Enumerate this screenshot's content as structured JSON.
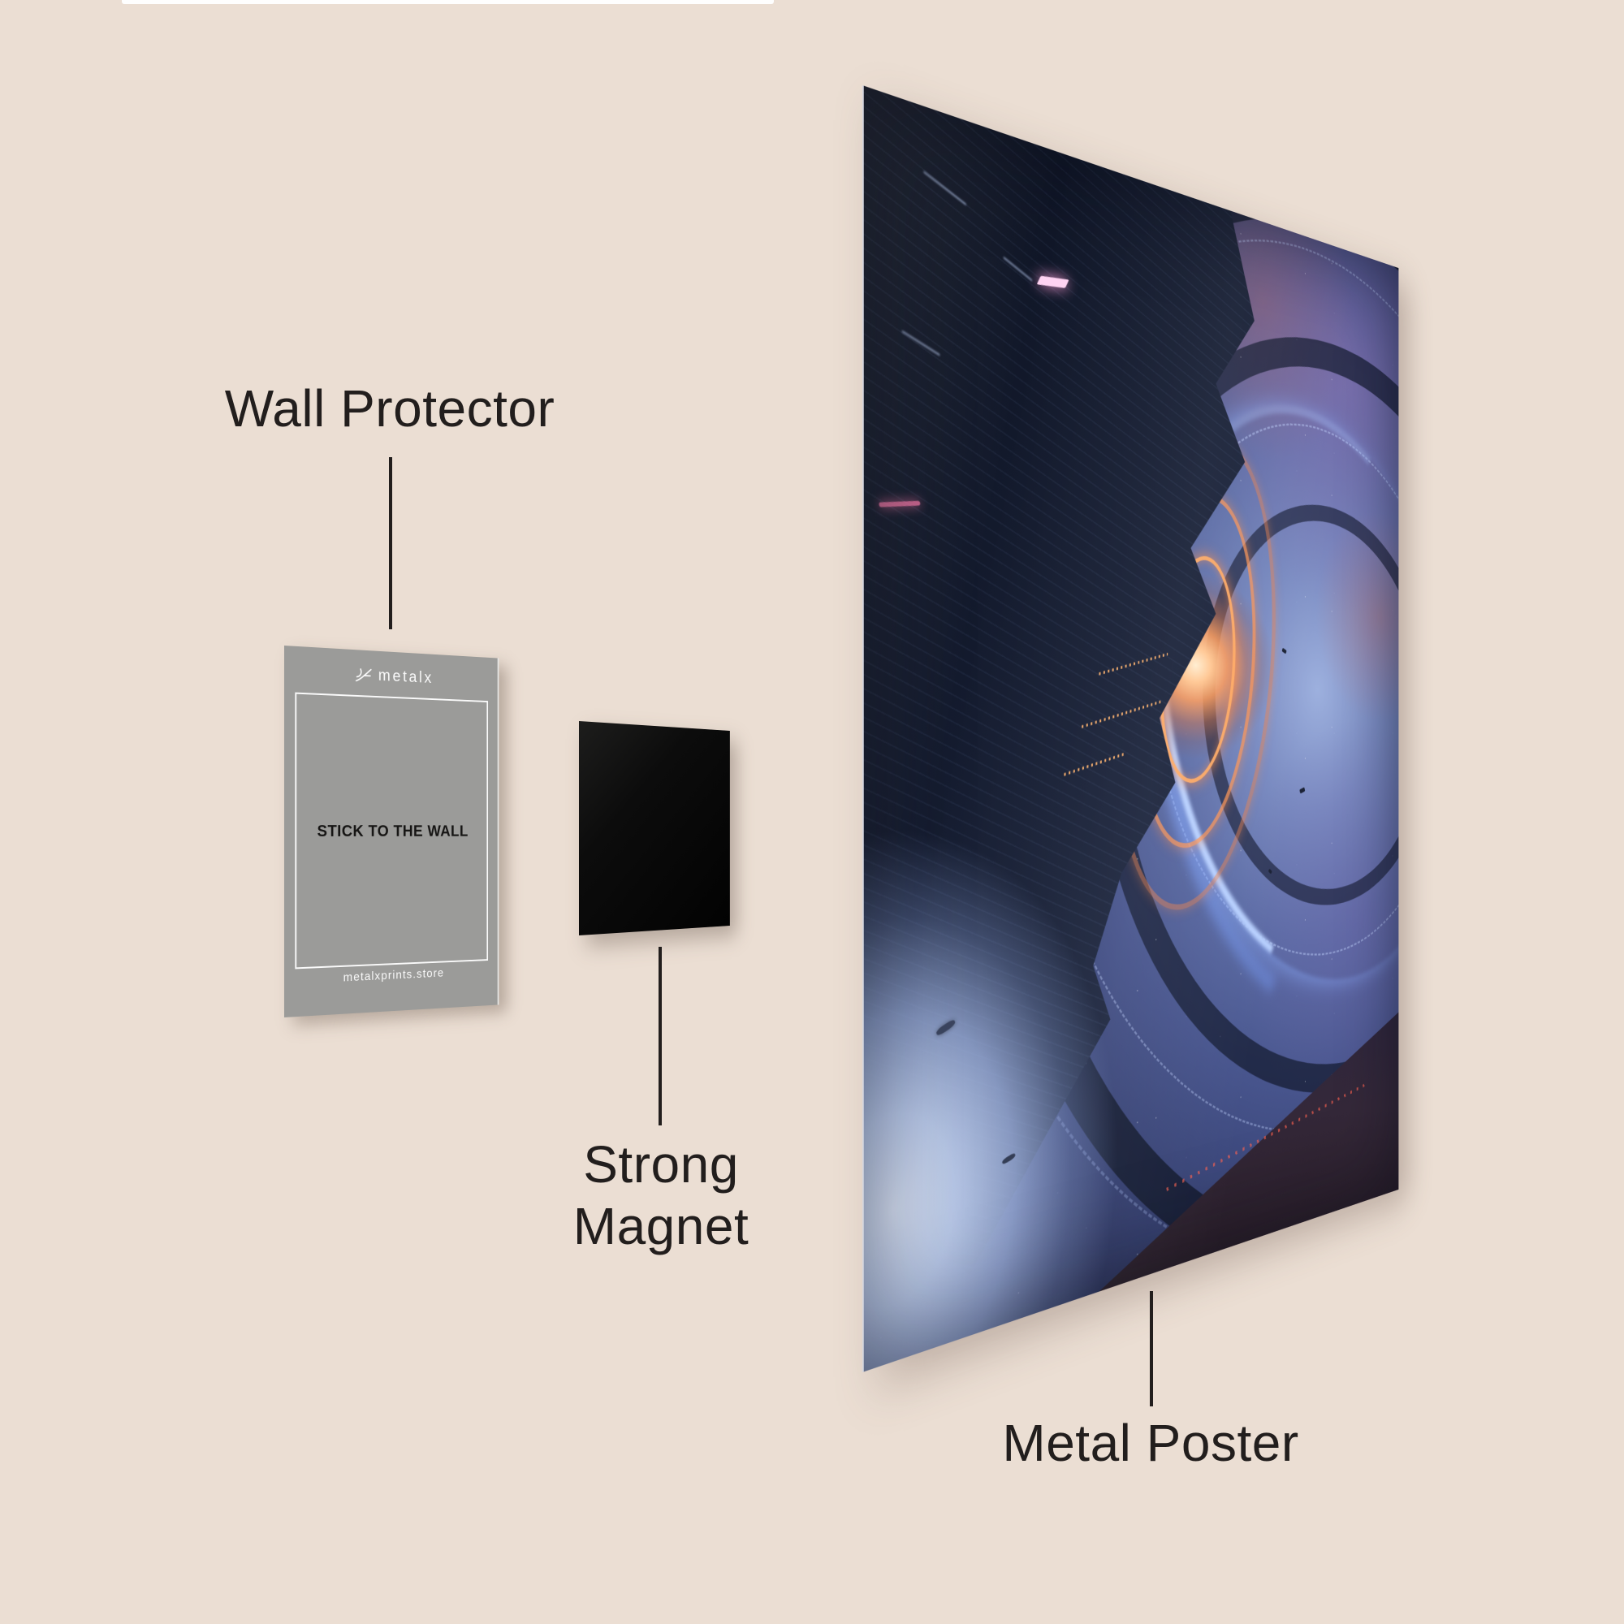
{
  "canvas": {
    "background_color": "#ebded3",
    "label_color": "#221e1d",
    "top_strip_color": "#fefefe"
  },
  "callouts": {
    "wall_protector": {
      "label": "Wall Protector"
    },
    "strong_magnet": {
      "label_line1": "Strong",
      "label_line2": "Magnet"
    },
    "metal_poster": {
      "label": "Metal Poster"
    }
  },
  "wall_protector_card": {
    "brand": "metalx",
    "message": "STICK TO THE WALL",
    "website": "metalxprints.store",
    "card_color": "#9b9b99",
    "message_color": "#161514",
    "light_text_color": "#ffffff"
  },
  "magnet": {
    "color": "#0b0b0b"
  },
  "poster": {
    "artwork_colors": {
      "base_blue": "#5d6da6",
      "deep_navy": "#141b2e",
      "orange_glow": "#ff9c5a",
      "blue_arc": "#b9d1ff",
      "nebula_purple": "#9478ba",
      "haze_light": "#d3ddf0"
    }
  }
}
